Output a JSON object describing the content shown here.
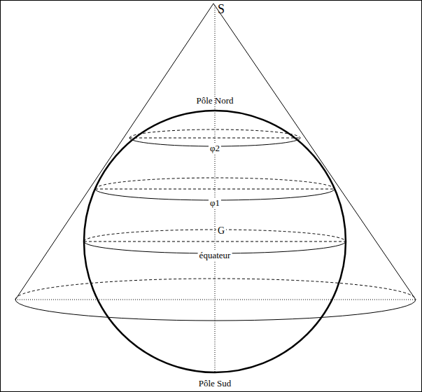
{
  "diagram": {
    "labels": [
      "S",
      "Pôle Nord",
      "φ2",
      "φ1",
      "G",
      "équateur",
      "Pôle Sud"
    ]
  }
}
